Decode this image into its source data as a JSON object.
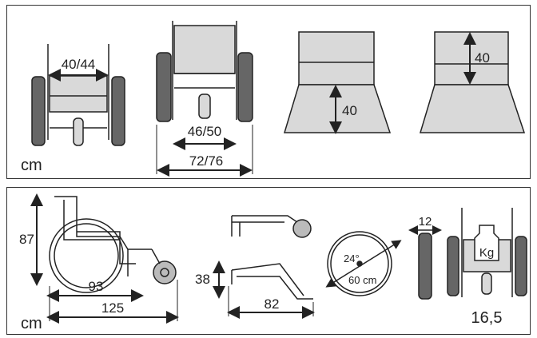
{
  "top_panel": {
    "unit": "cm",
    "front_seat_width": "40/44",
    "rear_width": "46/50",
    "overall_width": "72/76",
    "seat_depth": "40",
    "back_height": "40"
  },
  "bottom_panel": {
    "unit": "cm",
    "side_height": "87",
    "seat_length": "93",
    "overall_length": "125",
    "folded_height": "38",
    "folded_length": "82",
    "slope_angle": "24°",
    "turn_diameter": "60 cm",
    "folded_width": "12",
    "weight_symbol": "Kg",
    "weight": "16,5"
  },
  "colors": {
    "line": "#222222",
    "fill": "#d9d9d9",
    "tyre": "#555555"
  }
}
